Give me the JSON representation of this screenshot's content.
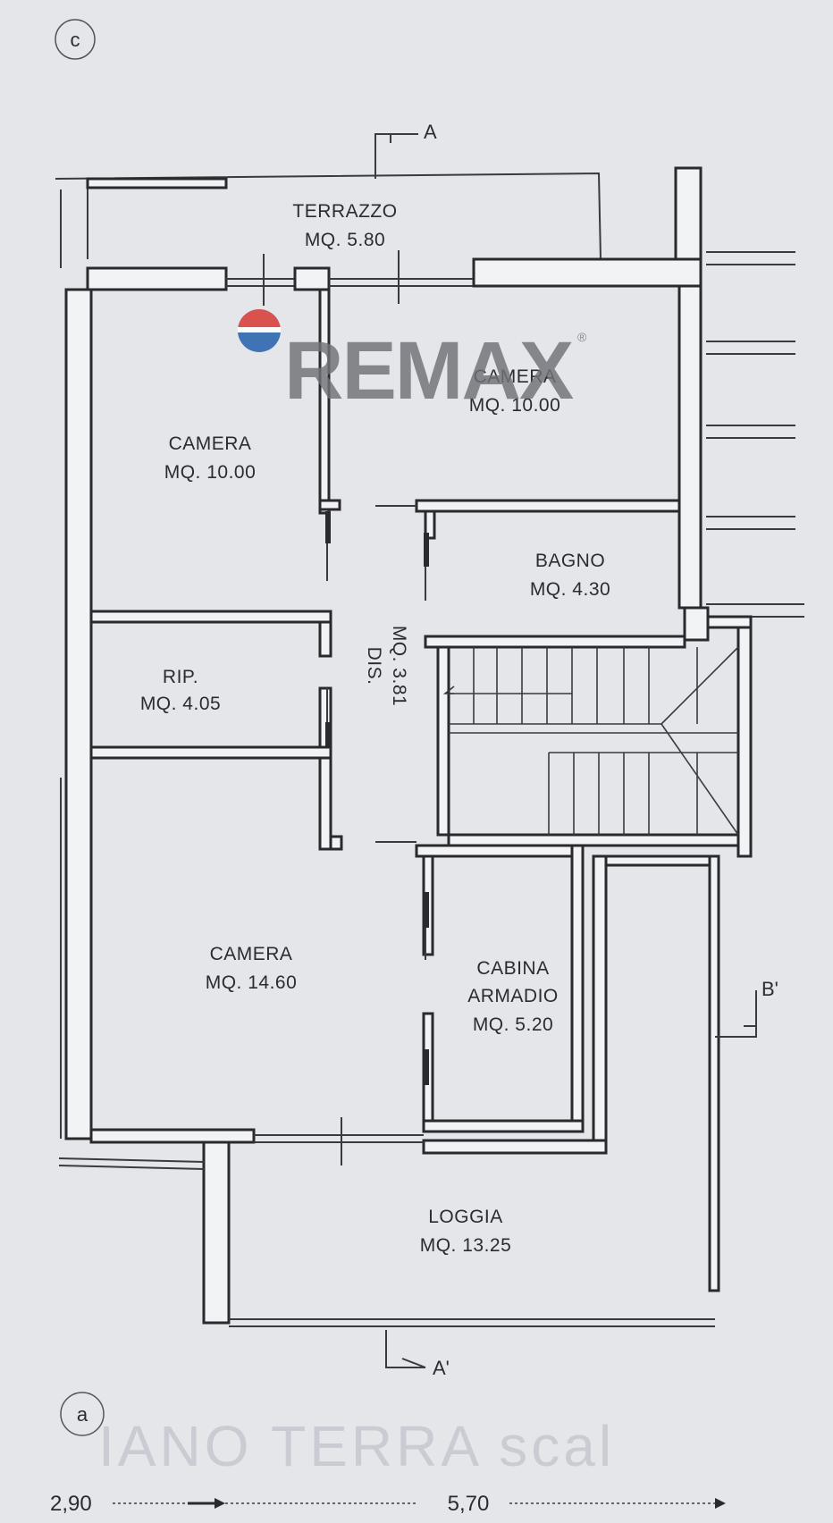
{
  "rooms": {
    "terrazzo": {
      "name": "TERRAZZO",
      "area": "MQ. 5.80"
    },
    "camera_right": {
      "name": "CAMERA",
      "area": "MQ. 10.00"
    },
    "camera_left": {
      "name": "CAMERA",
      "area": "MQ. 10.00"
    },
    "bagno": {
      "name": "BAGNO",
      "area": "MQ. 4.30"
    },
    "dis": {
      "name": "DIS.",
      "area": "MQ. 3.81"
    },
    "rip": {
      "name": "RIP.",
      "area": "MQ. 4.05"
    },
    "camera_big": {
      "name": "CAMERA",
      "area": "MQ. 14.60"
    },
    "cabina": {
      "name": "CABINA",
      "name2": "ARMADIO",
      "area": "MQ. 5.20"
    },
    "loggia": {
      "name": "LOGGIA",
      "area": "MQ. 13.25"
    }
  },
  "markers": {
    "corner_top": "c",
    "corner_bottom": "a",
    "section_a": "A",
    "section_a_prime": "A'",
    "section_b_prime": "B'"
  },
  "watermark": {
    "brand": "REMAX",
    "registered": "®",
    "ghost_text": "IANO TERRA  scal"
  },
  "dimensions": {
    "left": "2,90",
    "main": "5,70"
  },
  "colors": {
    "brand_red": "#d9322c",
    "brand_blue": "#1d5aa8",
    "watermark_gray": "#6f7277"
  }
}
